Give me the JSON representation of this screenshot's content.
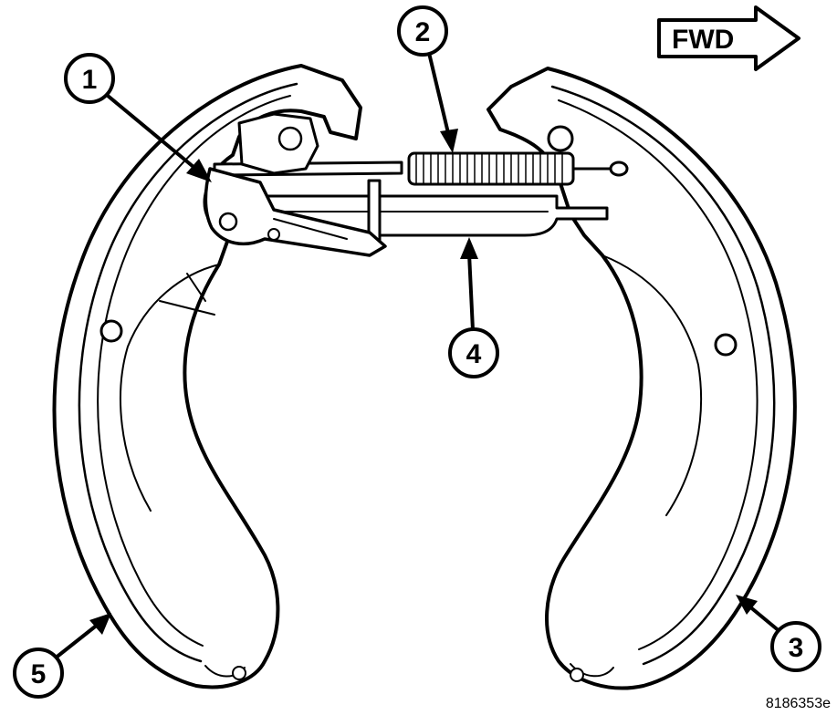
{
  "direction_label": "FWD",
  "figure_code": "8186353e",
  "callouts": [
    {
      "id": "1",
      "label": "1"
    },
    {
      "id": "2",
      "label": "2"
    },
    {
      "id": "3",
      "label": "3"
    },
    {
      "id": "4",
      "label": "4"
    },
    {
      "id": "5",
      "label": "5"
    }
  ]
}
